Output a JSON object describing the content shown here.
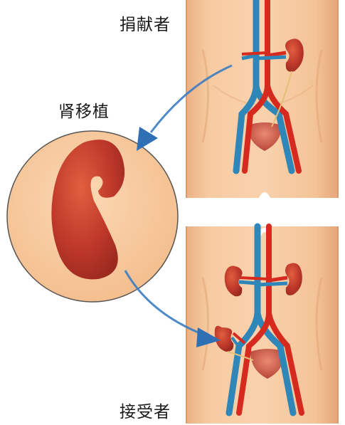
{
  "labels": {
    "donor": "捐献者",
    "transplant": "肾移植",
    "recipient": "接受者"
  },
  "colors": {
    "skin": "#f6c79d",
    "skin_shadow": "#e7a878",
    "artery": "#d62a1f",
    "vein": "#2f86b8",
    "kidney": "#c0392b",
    "bladder": "#cf5c4c",
    "circle_fill": "#f8cda4",
    "arrow": "#2f6fb3"
  },
  "icons": {
    "donor_torso": "torso-with-two-kidneys",
    "recipient_torso": "torso-with-transplanted-kidney",
    "magnified_kidney": "kidney-closeup",
    "transfer_arrows": "curved-arrow"
  }
}
